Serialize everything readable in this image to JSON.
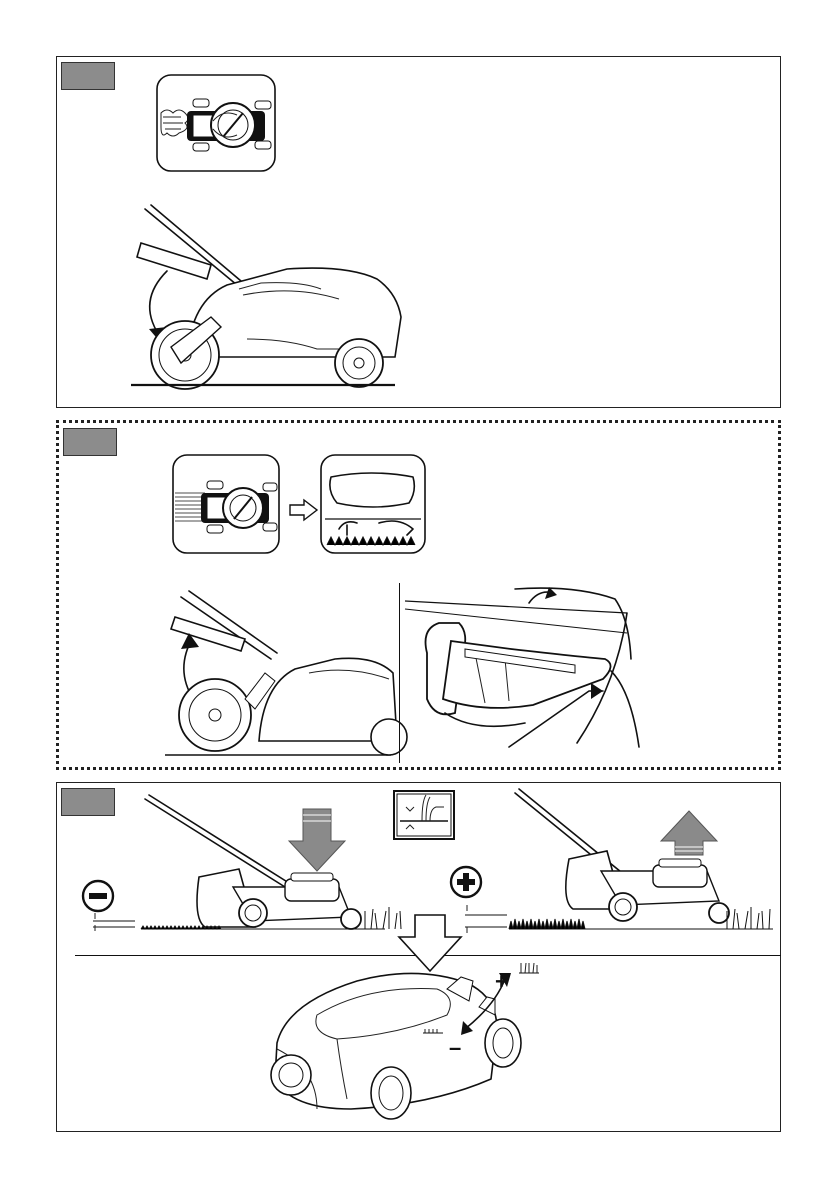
{
  "panels": [
    {
      "id": "panel-1",
      "style": "solid"
    },
    {
      "id": "panel-2",
      "style": "dotted"
    },
    {
      "id": "panel-3",
      "style": "solid"
    }
  ],
  "colors": {
    "tab_fill": "#8c8c8c",
    "arrow_fill": "#8a8a8a",
    "line": "#111111"
  },
  "icons": {
    "mulch_icon": "lawnmower-topview-mulch-icon",
    "collect_icon": "lawnmower-topview-collect-icon",
    "height_icon": "cutting-height-icon",
    "decrease_icon": "minus-circle-icon",
    "increase_icon": "plus-circle-icon"
  },
  "height_adjust": {
    "plus_label": "+",
    "minus_label": "–"
  }
}
